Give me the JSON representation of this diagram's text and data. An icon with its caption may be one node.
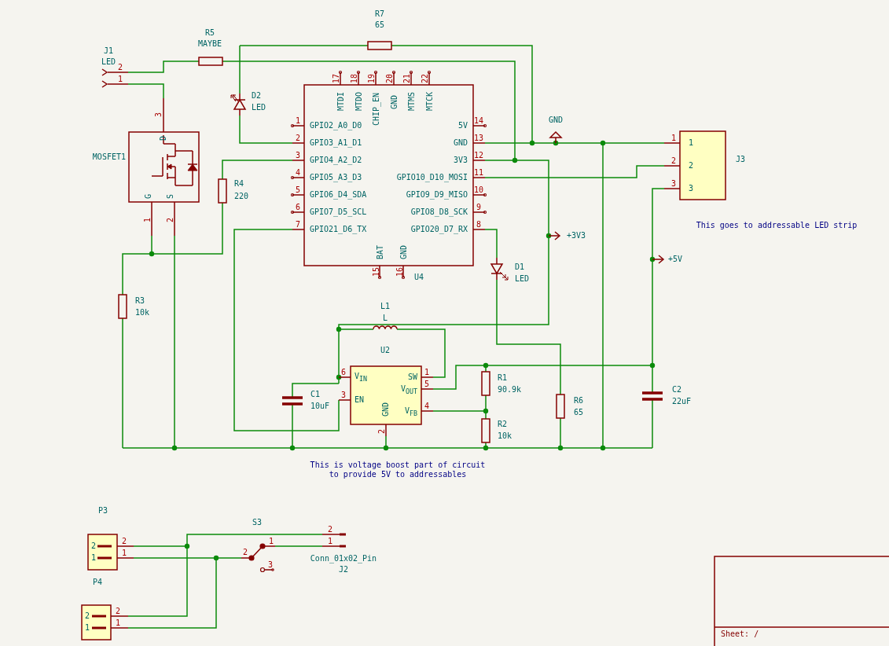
{
  "diagram": {
    "nodes": [
      {
        "text": [
          "J1",
          "LED",
          "2",
          "1"
        ]
      },
      {
        "text": [
          "R5",
          "MAYBE"
        ]
      },
      {
        "text": [
          "R7",
          "65"
        ]
      },
      {
        "text": [
          "D2",
          "LED"
        ]
      },
      {
        "text": [
          "MOSFET1",
          "3",
          "D",
          "G",
          "S",
          "1",
          "2"
        ]
      },
      {
        "text": [
          "17",
          "18",
          "19",
          "20",
          "21",
          "22",
          "MTDI",
          "MTDO",
          "CHIP_EN",
          "GND",
          "MTMS",
          "MTCK",
          "1",
          "GPIO2_A0_D0",
          "2",
          "GPIO3_A1_D1",
          "3",
          "GPIO4_A2_D2",
          "4",
          "GPIO5_A3_D3",
          "5",
          "GPIO6_D4_SDA",
          "6",
          "GPIO7_D5_SCL",
          "7",
          "GPIO21_D6_TX",
          "5V",
          "14",
          "GND",
          "13",
          "3V3",
          "12",
          "GPIO10_D10_MOSI",
          "11",
          "GPIO9_D9_MISO",
          "10",
          "GPIO8_D8_SCK",
          "9",
          "GPIO20_D7_RX",
          "8",
          "BAT",
          "GND",
          "15",
          "16",
          "U4"
        ]
      },
      {
        "text": [
          "R4",
          "220"
        ]
      },
      {
        "text": [
          "GND"
        ]
      },
      {
        "text": [
          "1",
          "2",
          "3",
          "1",
          "2",
          "3",
          "J3"
        ]
      },
      {
        "text": [
          "+3V3"
        ]
      },
      {
        "text": [
          "+5V"
        ]
      },
      {
        "text": [
          "D1",
          "LED"
        ]
      },
      {
        "text": [
          "R3",
          "10k"
        ]
      },
      {
        "text": [
          "L1",
          "L"
        ]
      },
      {
        "text": [
          "U2",
          "6",
          "V$_{IN}$",
          "3",
          "EN",
          "1",
          "SW",
          "5",
          "V$_{OUT}$",
          "4",
          "V$_{FB}$",
          "GND",
          "2"
        ]
      },
      {
        "text": [
          "C1",
          "10uF"
        ]
      },
      {
        "text": [
          "R1",
          "90.9k"
        ]
      },
      {
        "text": [
          "R2",
          "10k"
        ]
      },
      {
        "text": [
          "R6",
          "65"
        ]
      },
      {
        "text": [
          "C2",
          "22uF"
        ]
      },
      {
        "text": [
          "P3",
          "2",
          "1",
          "2",
          "1"
        ]
      },
      {
        "text": [
          "S3",
          "1",
          "2",
          "3"
        ]
      },
      {
        "text": [
          "2",
          "1",
          "Conn_01x02_Pin",
          "J2"
        ]
      },
      {
        "text": [
          "P4",
          "2",
          "1",
          "2",
          "1"
        ]
      },
      {
        "text": [
          "Sheet: /"
        ]
      }
    ],
    "labels": [
      "This goes to addressable LED strip",
      "This is voltage boost part of circuit to provide 5V to addressables"
    ]
  }
}
